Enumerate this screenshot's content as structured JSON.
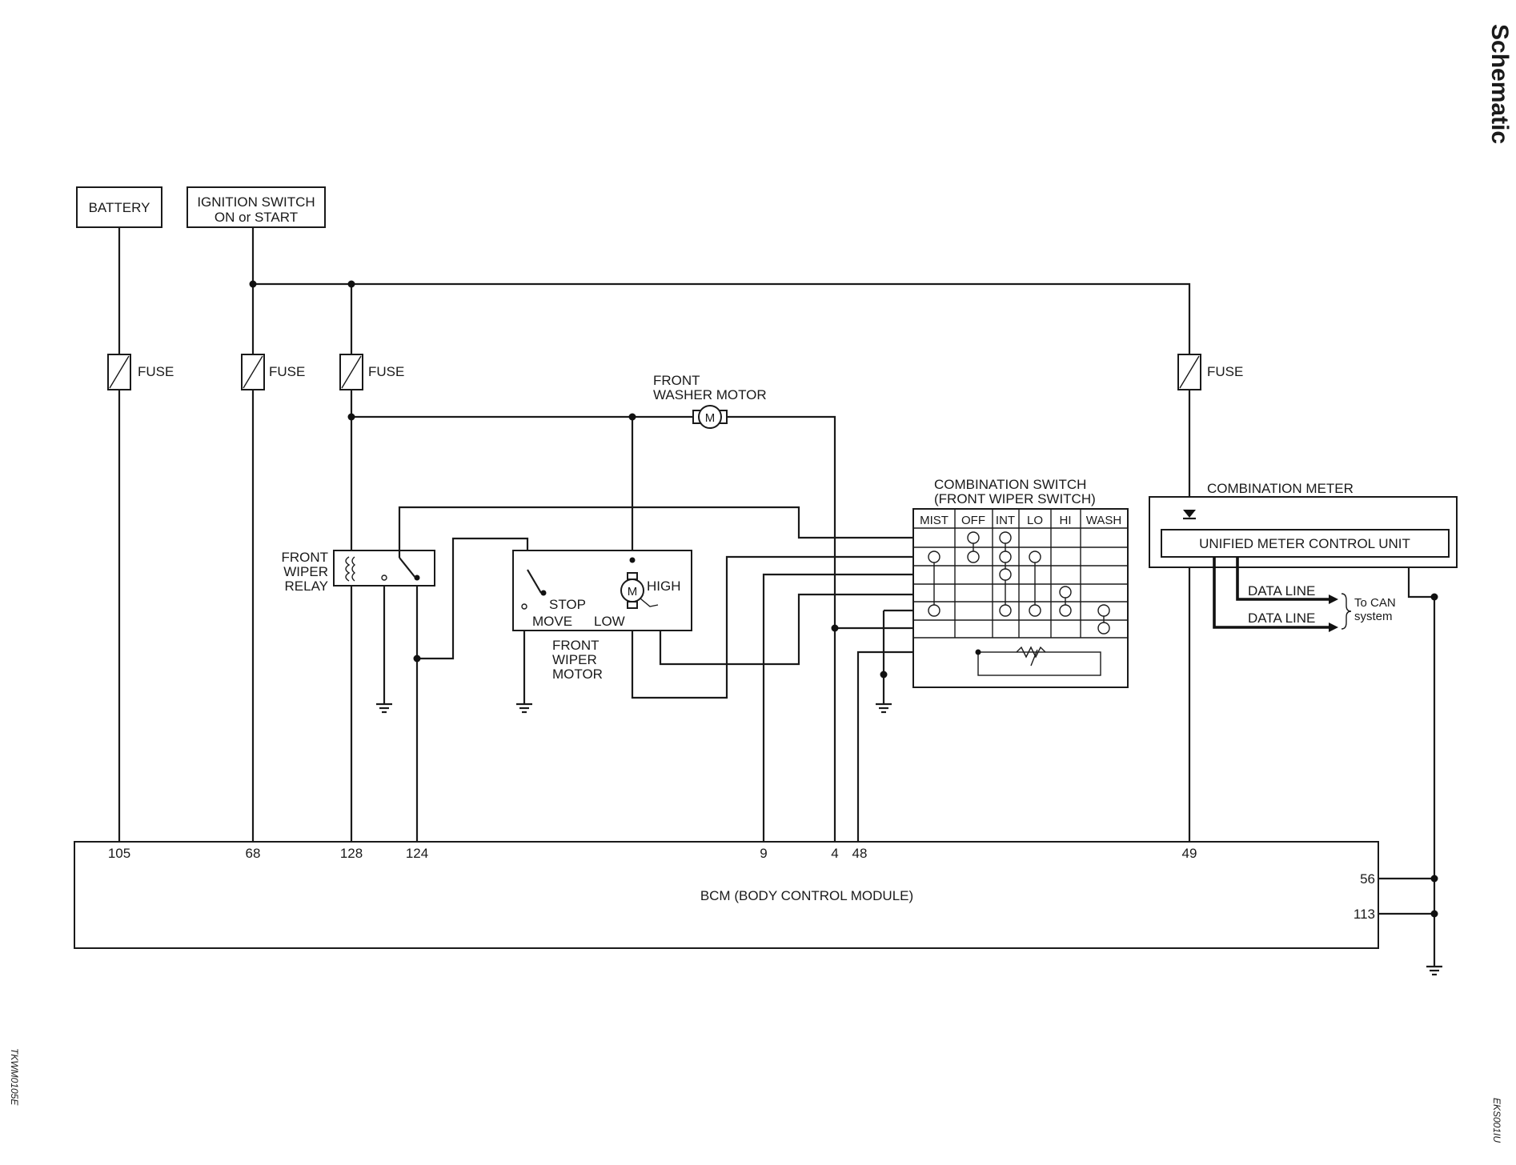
{
  "header": {
    "section_title": "Schematic"
  },
  "codes": {
    "left": "TKWM0105E",
    "right": "EKS001IU"
  },
  "supplies": {
    "battery": "BATTERY",
    "ign_line1": "IGNITION SWITCH",
    "ign_line2": "ON or START"
  },
  "fuse_label": "FUSE",
  "washer": {
    "line1": "FRONT",
    "line2": "WASHER MOTOR",
    "symbol": "M"
  },
  "relay": {
    "line1": "FRONT",
    "line2": "WIPER",
    "line3": "RELAY"
  },
  "wiper_motor": {
    "line1": "FRONT",
    "line2": "WIPER",
    "line3": "MOTOR",
    "stop": "STOP",
    "move": "MOVE",
    "low": "LOW",
    "high": "HIGH",
    "symbol": "M"
  },
  "combo_switch": {
    "title1": "COMBINATION SWITCH",
    "title2": "(FRONT WIPER SWITCH)",
    "columns": [
      "MIST",
      "OFF",
      "INT",
      "LO",
      "HI",
      "WASH"
    ]
  },
  "meter": {
    "title": "COMBINATION METER",
    "unit": "UNIFIED METER CONTROL UNIT",
    "data_line_1": "DATA LINE",
    "data_line_2": "DATA LINE",
    "can1": "To CAN",
    "can2": "system"
  },
  "bcm": {
    "label": "BCM (BODY CONTROL MODULE)",
    "pins_top": [
      "105",
      "68",
      "128",
      "124",
      "9",
      "4",
      "48",
      "49"
    ],
    "pins_right": [
      "56",
      "113"
    ]
  }
}
